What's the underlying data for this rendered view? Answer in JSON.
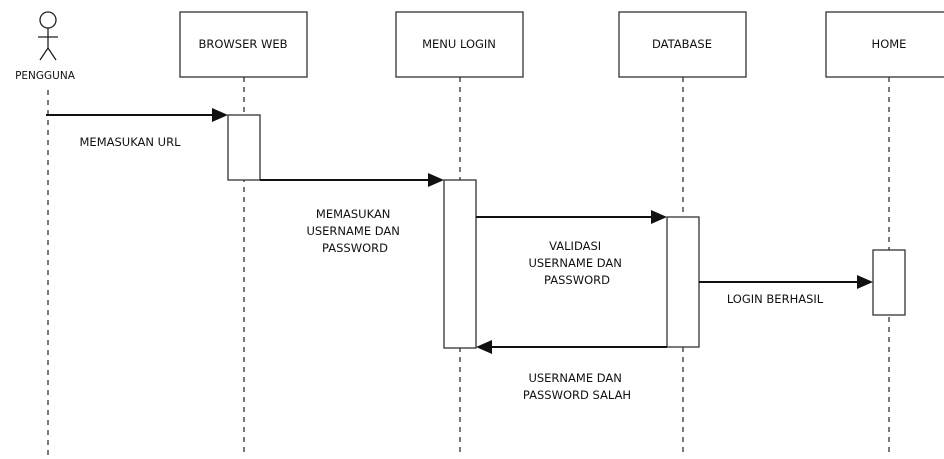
{
  "actor": {
    "name": "PENGGUNA"
  },
  "participants": [
    {
      "id": "browser",
      "label": "BROWSER WEB"
    },
    {
      "id": "login",
      "label": "MENU LOGIN"
    },
    {
      "id": "database",
      "label": "DATABASE"
    },
    {
      "id": "home",
      "label": "HOME"
    }
  ],
  "messages": [
    {
      "from": "pengguna",
      "to": "browser",
      "lines": [
        "MEMASUKAN URL"
      ]
    },
    {
      "from": "browser",
      "to": "login",
      "lines": [
        "MEMASUKAN",
        "USERNAME DAN",
        "PASSWORD"
      ]
    },
    {
      "from": "login",
      "to": "database",
      "lines": [
        "VALIDASI",
        "USERNAME DAN",
        "PASSWORD"
      ]
    },
    {
      "from": "database",
      "to": "home",
      "lines": [
        "LOGIN BERHASIL"
      ]
    },
    {
      "from": "database",
      "to": "login",
      "lines": [
        "USERNAME DAN",
        "PASSWORD SALAH"
      ]
    }
  ]
}
